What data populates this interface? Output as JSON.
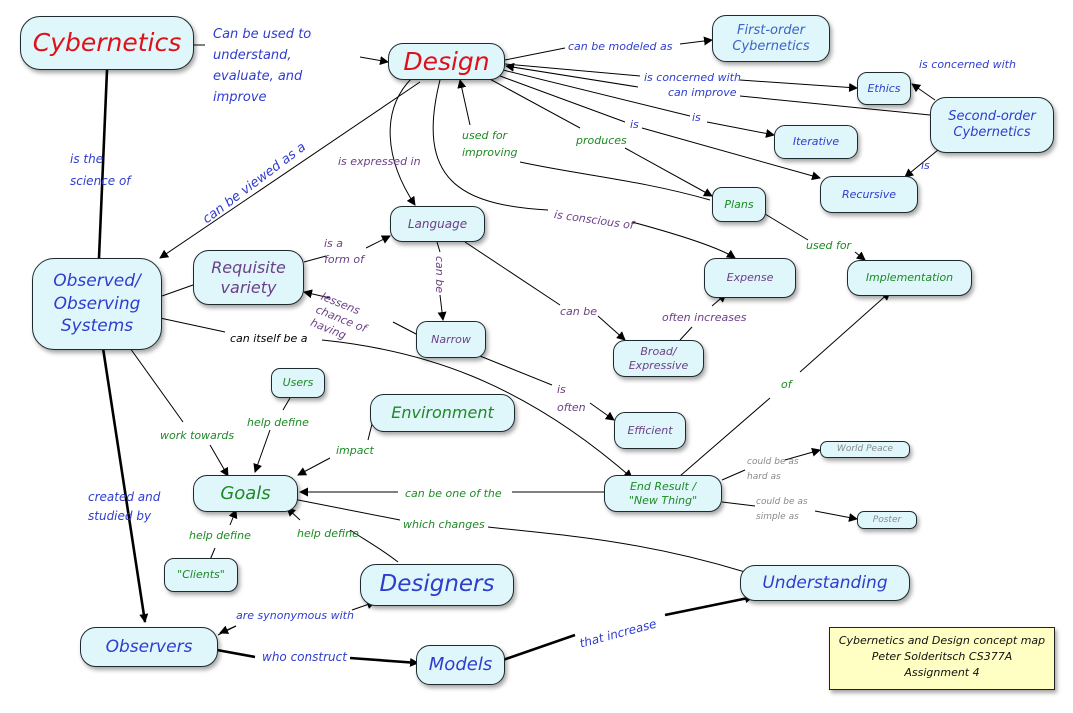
{
  "nodes": {
    "cybernetics": "Cybernetics",
    "design": "Design",
    "first_order": "First-order Cybernetics",
    "ethics": "Ethics",
    "second_order": "Second-order Cybernetics",
    "iterative": "Iterative",
    "recursive": "Recursive",
    "plans": "Plans",
    "implementation": "Implementation",
    "language": "Language",
    "requisite_variety": "Requisite variety",
    "observed_systems": "Observed/ Observing Systems",
    "expense": "Expense",
    "narrow": "Narrow",
    "broad": "Broad/ Expressive",
    "efficient": "Efficient",
    "users": "Users",
    "environment": "Environment",
    "goals": "Goals",
    "end_result": "End Result / \"New Thing\"",
    "world_peace": "World Peace",
    "poster": "Poster",
    "clients": "\"Clients\"",
    "designers": "Designers",
    "understanding": "Understanding",
    "observers": "Observers",
    "models": "Models"
  },
  "links": {
    "can_be_used_to": "Can be used to understand, evaluate, and improve",
    "is_science_of": "is the science of",
    "can_be_modeled_as": "can be modeled as",
    "is_concerned_with": "is concerned with",
    "can_improve": "can improve",
    "is_concerned_with_2": "is concerned with",
    "is_iterative": "is",
    "is_recursive": "is",
    "is_second_recursive": "is",
    "produces": "produces",
    "used_for_improving": "used for improving",
    "used_for": "used for",
    "is_expressed_in": "is expressed in",
    "is_conscious_of": "is conscious of",
    "can_be_viewed_as_a": "can be viewed as a",
    "is_a_form_of": "is a form of",
    "can_be_narrow": "can be",
    "lessens_chance": "lessens chance of having",
    "can_be_broad": "can be",
    "often_increases": "often increases",
    "is_often": "is often",
    "can_itself_be_a": "can itself be a",
    "of": "of",
    "work_towards": "work towards",
    "help_define_users": "help define",
    "impact": "impact",
    "can_be_one_of_the": "can be one of the",
    "could_be_hard": "could be as hard as",
    "could_be_simple": "could be as simple as",
    "which_changes": "which changes",
    "created_and_studied": "created and studied by",
    "help_define_clients": "help define",
    "help_define_designers": "help define",
    "are_synonymous_with": "are synonymous with",
    "who_construct": "who construct",
    "that_increase": "that increase"
  },
  "caption": {
    "line1": "Cybernetics and Design concept map",
    "line2": "Peter Solderitsch CS377A",
    "line3": "Assignment 4"
  },
  "colors": {
    "node_fill": "#dff6fb",
    "cybernetics_text": "#e0101a",
    "design_text": "#e0101a",
    "blue_text": "#2f3dcc",
    "purple_text": "#6b3f86",
    "green_text": "#1d8a24",
    "grey_text": "#8a8a8a",
    "caption_fill": "#ffffc4"
  }
}
